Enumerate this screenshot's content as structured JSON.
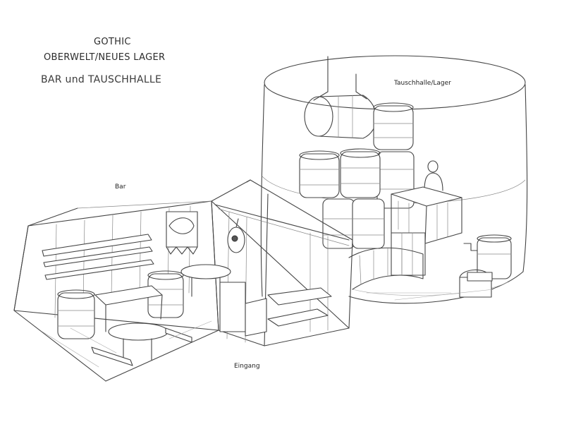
{
  "titles": {
    "line1": "GOTHIC",
    "line2": "OBERWELT/NEUES LAGER",
    "line3": "BAR und TAUSCHHALLE"
  },
  "labels": {
    "storage": "Tauschhalle/Lager",
    "bar": "Bar",
    "entrance": "Eingang"
  }
}
